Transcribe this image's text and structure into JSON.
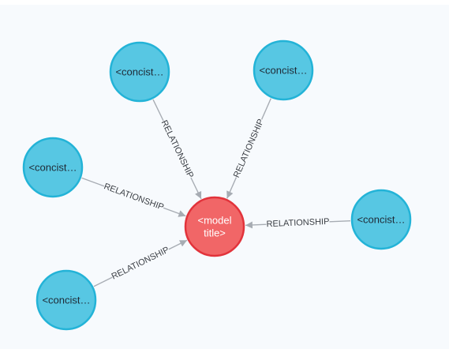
{
  "graph": {
    "center_node": {
      "label_line1": "<model",
      "label_line2": "title>",
      "fill": "#f16667",
      "stroke": "#e2333b"
    },
    "outer_node_style": {
      "fill": "#57c7e3",
      "stroke": "#23b3d7"
    },
    "edge_color": "#a7acb3",
    "edges": [
      {
        "id": "top-left",
        "node_label": "<concist…",
        "relationship": "RELATIONSHIP"
      },
      {
        "id": "top-right",
        "node_label": "<concist…",
        "relationship": "RELATIONSHIP"
      },
      {
        "id": "mid-left",
        "node_label": "<concist…",
        "relationship": "RELATIONSHIP"
      },
      {
        "id": "mid-right",
        "node_label": "<concist…",
        "relationship": "RELATIONSHIP"
      },
      {
        "id": "bottom-left",
        "node_label": "<concist…",
        "relationship": "RELATIONSHIP"
      }
    ]
  }
}
